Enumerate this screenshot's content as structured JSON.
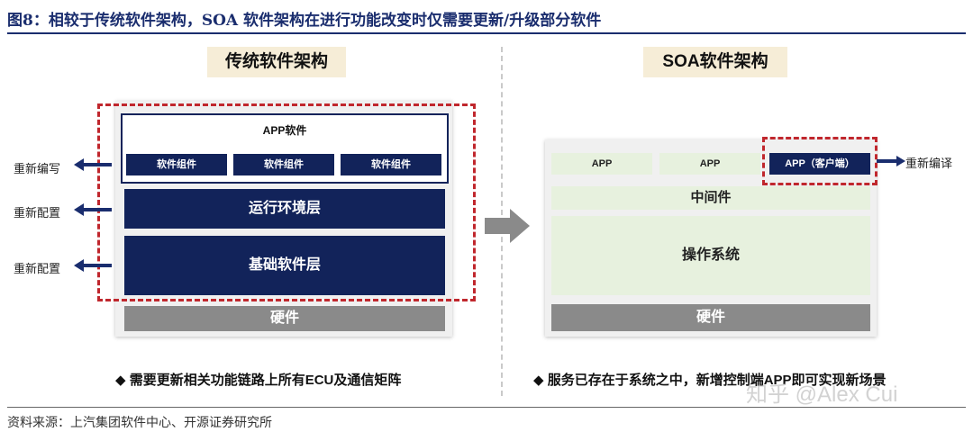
{
  "figure": {
    "title": "图8：相较于传统软件架构，SOA 软件架构在进行功能改变时仅需要更新/升级部分软件",
    "source": "资料来源：上汽集团软件中心、开源证券研究所"
  },
  "left": {
    "heading": "传统软件架构",
    "app_label": "APP软件",
    "components": [
      "软件组件",
      "软件组件",
      "软件组件"
    ],
    "runtime_layer": "运行环境层",
    "base_layer": "基础软件层",
    "hardware": "硬件",
    "side_labels": [
      "重新编写",
      "重新配置",
      "重新配置"
    ],
    "bullet": "◆ 需要更新相关功能链路上所有ECU及通信矩阵"
  },
  "right": {
    "heading": "SOA软件架构",
    "apps": [
      "APP",
      "APP",
      "APP（客户端）"
    ],
    "middleware": "中间件",
    "os": "操作系统",
    "hardware": "硬件",
    "side_label": "重新编译",
    "bullet": "◆ 服务已存在于系统之中，新增控制端APP即可实现新场景"
  },
  "watermark": "知乎 @Alex Cui",
  "colors": {
    "navy": "#12235a",
    "red_dash": "#c0272d",
    "gray": "#8a8a8a",
    "light_green": "#e7f1de",
    "heading_bg": "#f6edd7"
  }
}
